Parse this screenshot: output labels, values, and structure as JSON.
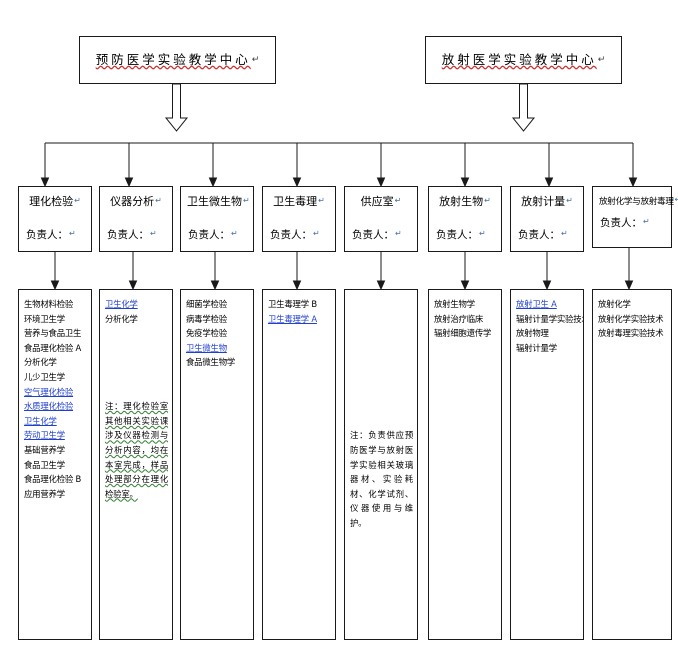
{
  "diagram": {
    "title_nodes": [
      {
        "id": "prevmed",
        "label": "预防医学实验教学中心",
        "cr": "↵"
      },
      {
        "id": "radmed",
        "label": "放射医学实验教学中心",
        "cr": "↵"
      }
    ],
    "owner_label": "负责人：",
    "departments": [
      {
        "id": "d1",
        "name": "理化检验",
        "owner": "负责人："
      },
      {
        "id": "d2",
        "name": "仪器分析",
        "owner": "负责人："
      },
      {
        "id": "d3",
        "name": "卫生微生物",
        "owner": "负责人："
      },
      {
        "id": "d4",
        "name": "卫生毒理",
        "owner": "负责人："
      },
      {
        "id": "d5",
        "name": "供应室",
        "owner": "负责人："
      },
      {
        "id": "d6",
        "name": "放射生物",
        "owner": "负责人："
      },
      {
        "id": "d7",
        "name": "放射计量",
        "owner": "负责人："
      },
      {
        "id": "d8",
        "name": "放射化学与放射毒理",
        "owner": "负责人："
      }
    ],
    "details": [
      {
        "id": "c1",
        "courses": [
          {
            "text": "生物材料检验",
            "color": "black"
          },
          {
            "text": "环境卫生学",
            "color": "black"
          },
          {
            "text": "营养与食品卫生",
            "color": "black"
          },
          {
            "text": "食品理化检验 A",
            "color": "black"
          },
          {
            "text": "分析化学",
            "color": "black"
          },
          {
            "text": "儿少卫生学",
            "color": "black"
          },
          {
            "text": "空气理化检验",
            "color": "blue"
          },
          {
            "text": "水质理化检验",
            "color": "blue"
          },
          {
            "text": "卫生化学",
            "color": "blue"
          },
          {
            "text": "劳动卫生学",
            "color": "blue"
          },
          {
            "text": "基础营养学",
            "color": "black"
          },
          {
            "text": "食品卫生学",
            "color": "black"
          },
          {
            "text": "食品理化检验 B",
            "color": "black"
          },
          {
            "text": "应用营养学",
            "color": "black"
          }
        ],
        "note": ""
      },
      {
        "id": "c2",
        "courses": [
          {
            "text": "卫生化学",
            "color": "blue"
          },
          {
            "text": "分析化学",
            "color": "black"
          }
        ],
        "note": "注：理化检验室其他相关实验课涉及仪器检测与分析内容，均在本室完成，样品处理部分在理化检验室。"
      },
      {
        "id": "c3",
        "courses": [
          {
            "text": "细菌学检验",
            "color": "black"
          },
          {
            "text": "病毒学检验",
            "color": "black"
          },
          {
            "text": "免疫学检验",
            "color": "black"
          },
          {
            "text": "卫生微生物",
            "color": "blue"
          },
          {
            "text": "食品微生物学",
            "color": "black"
          }
        ],
        "note": ""
      },
      {
        "id": "c4",
        "courses": [
          {
            "text": "卫生毒理学 B",
            "color": "black"
          },
          {
            "text": "卫生毒理学 A",
            "color": "blue"
          }
        ],
        "note": ""
      },
      {
        "id": "c5",
        "courses": [],
        "note": "注：负责供应预防医学与放射医学实验相关玻璃器材、实验耗材、化学试剂、仪器使用与维护。"
      },
      {
        "id": "c6",
        "courses": [
          {
            "text": "放射生物学",
            "color": "black"
          },
          {
            "text": "放射治疗临床",
            "color": "black"
          },
          {
            "text": "辐射细胞遗传学",
            "color": "black"
          }
        ],
        "note": ""
      },
      {
        "id": "c7",
        "courses": [
          {
            "text": "放射卫生 A",
            "color": "blue"
          },
          {
            "text": "辐射计量学实验技术",
            "color": "black"
          },
          {
            "text": "放射物理",
            "color": "black"
          },
          {
            "text": "辐射计量学",
            "color": "black"
          }
        ],
        "note": ""
      },
      {
        "id": "c8",
        "courses": [
          {
            "text": "放射化学",
            "color": "black"
          },
          {
            "text": "放射化学实验技术",
            "color": "black"
          },
          {
            "text": "放射毒理实验技术",
            "color": "black"
          }
        ],
        "note": ""
      }
    ],
    "colors": {
      "border": "#1a1a1a",
      "text": "#000000",
      "highlight": "#2040d0",
      "spellcheck_underline": "#d03030",
      "grammar_underline": "#2f7f2f"
    }
  }
}
